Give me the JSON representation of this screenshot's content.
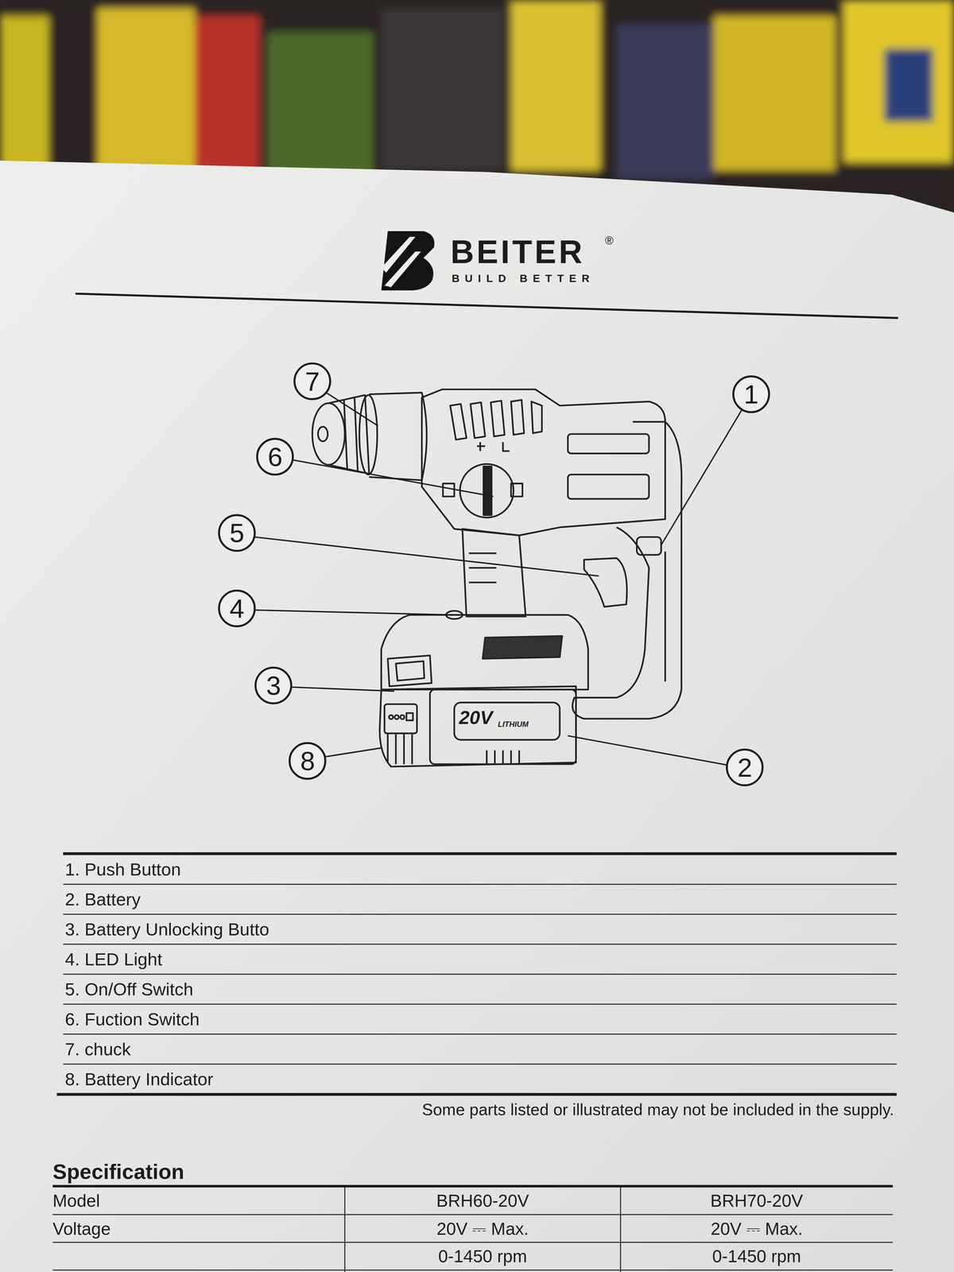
{
  "diagram": {
    "title": "BEITER",
    "labels": [
      "BUILD BETTER",
      "®",
      "7",
      "6",
      "5",
      "4",
      "3",
      "8",
      "1",
      "2",
      "20V",
      "LITHIUM",
      "1. Push Button",
      "2. Battery",
      "3. Battery Unlocking Butto",
      "4. LED Light",
      "5. On/Off Switch",
      "6. Fuction Switch",
      "7. chuck",
      "8. Battery Indicator",
      "Some parts listed or illustrated may not be included in the supply.",
      "Specification",
      "Model",
      "BRH60-20V",
      "BRH70-20V",
      "Voltage",
      "20V ⎓ Max.",
      "20V ⎓ Max.",
      "0-1450 rpm",
      "0-1450 rpm"
    ]
  }
}
